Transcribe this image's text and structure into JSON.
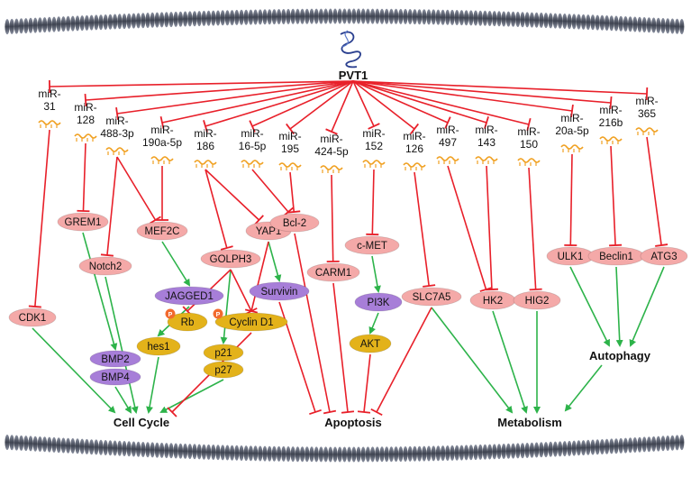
{
  "source": {
    "label": "PVT1"
  },
  "mirnas": [
    {
      "id": "mir31",
      "lines": [
        "miR-",
        "31"
      ]
    },
    {
      "id": "mir128",
      "lines": [
        "miR-",
        "128"
      ]
    },
    {
      "id": "mir4883p",
      "lines": [
        "miR-",
        "488-3p"
      ]
    },
    {
      "id": "mir190a5p",
      "lines": [
        "miR-",
        "190a-5p"
      ]
    },
    {
      "id": "mir186",
      "lines": [
        "miR-",
        "186"
      ]
    },
    {
      "id": "mir165p",
      "lines": [
        "miR-",
        "16-5p"
      ]
    },
    {
      "id": "mir195",
      "lines": [
        "miR-",
        "195"
      ]
    },
    {
      "id": "mir4245p",
      "lines": [
        "miR-",
        "424-5p"
      ]
    },
    {
      "id": "mir152",
      "lines": [
        "miR-",
        "152"
      ]
    },
    {
      "id": "mir126",
      "lines": [
        "miR-",
        "126"
      ]
    },
    {
      "id": "mir497",
      "lines": [
        "miR-",
        "497"
      ]
    },
    {
      "id": "mir143",
      "lines": [
        "miR-",
        "143"
      ]
    },
    {
      "id": "mir150",
      "lines": [
        "miR-",
        "150"
      ]
    },
    {
      "id": "mir20a5p",
      "lines": [
        "miR-",
        "20a-5p"
      ]
    },
    {
      "id": "mir216b",
      "lines": [
        "miR-",
        "216b"
      ]
    },
    {
      "id": "mir365",
      "lines": [
        "miR-",
        "365"
      ]
    }
  ],
  "targets": [
    {
      "id": "cdk1",
      "label": "CDK1",
      "kind": "pink"
    },
    {
      "id": "grem1",
      "label": "GREM1",
      "kind": "pink"
    },
    {
      "id": "notch2",
      "label": "Notch2",
      "kind": "pink"
    },
    {
      "id": "mef2c",
      "label": "MEF2C",
      "kind": "pink"
    },
    {
      "id": "golph3",
      "label": "GOLPH3",
      "kind": "pink"
    },
    {
      "id": "yap1",
      "label": "YAP1",
      "kind": "pink"
    },
    {
      "id": "bcl2",
      "label": "Bcl-2",
      "kind": "pink"
    },
    {
      "id": "cmet",
      "label": "c-MET",
      "kind": "pink"
    },
    {
      "id": "carm1",
      "label": "CARM1",
      "kind": "pink"
    },
    {
      "id": "slc7a5",
      "label": "SLC7A5",
      "kind": "pink"
    },
    {
      "id": "hk2",
      "label": "HK2",
      "kind": "pink"
    },
    {
      "id": "hig2",
      "label": "HIG2",
      "kind": "pink"
    },
    {
      "id": "ulk1",
      "label": "ULK1",
      "kind": "pink"
    },
    {
      "id": "beclin1",
      "label": "Beclin1",
      "kind": "pink"
    },
    {
      "id": "atg3",
      "label": "ATG3",
      "kind": "pink"
    },
    {
      "id": "bmp2",
      "label": "BMP2",
      "kind": "purple"
    },
    {
      "id": "bmp4",
      "label": "BMP4",
      "kind": "purple"
    },
    {
      "id": "jagged1",
      "label": "JAGGED1",
      "kind": "purple"
    },
    {
      "id": "survivin",
      "label": "Survivin",
      "kind": "purple"
    },
    {
      "id": "pi3k",
      "label": "PI3K",
      "kind": "purple"
    },
    {
      "id": "hes1",
      "label": "hes1",
      "kind": "gold"
    },
    {
      "id": "rb",
      "label": "Rb",
      "kind": "gold"
    },
    {
      "id": "cyclind1",
      "label": "Cyclin D1",
      "kind": "gold"
    },
    {
      "id": "p21",
      "label": "p21",
      "kind": "gold"
    },
    {
      "id": "p27",
      "label": "p27",
      "kind": "gold"
    },
    {
      "id": "akt",
      "label": "AKT",
      "kind": "gold"
    }
  ],
  "phospho_marker": "P",
  "outcomes": [
    {
      "id": "cellcycle",
      "label": "Cell Cycle"
    },
    {
      "id": "apoptosis",
      "label": "Apoptosis"
    },
    {
      "id": "metabolism",
      "label": "Metabolism"
    },
    {
      "id": "autophagy",
      "label": "Autophagy"
    }
  ],
  "colors": {
    "inhibit": "#e8202a",
    "activate": "#2db34a",
    "mirna": "#f0a020",
    "pink_fill": "#f4a9a8",
    "purple_fill": "#a77ed8",
    "gold_fill": "#e3b21a",
    "phospho": "#f26a2e",
    "membrane": "#4a4f5c"
  }
}
